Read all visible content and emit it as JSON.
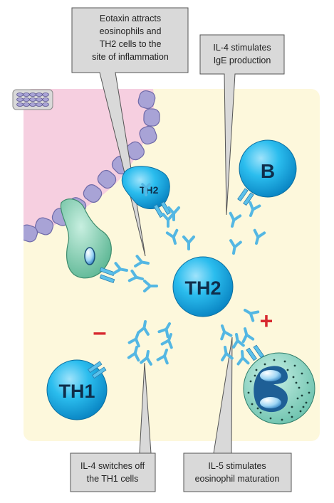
{
  "callouts": {
    "eotaxin": [
      "Eotaxin attracts",
      "eosinophils and",
      "TH2 cells to the",
      "site of inflammation"
    ],
    "il4_ige": [
      "IL-4 stimulates",
      "IgE production"
    ],
    "il4_th1": [
      "IL-4 switches off",
      "the TH1 cells"
    ],
    "il5": [
      "IL-5 stimulates",
      "eosinophil maturation"
    ]
  },
  "cells": {
    "th2_center": "TH2",
    "th2_vessel": "TH2",
    "b_cell": "B",
    "th1": "TH1"
  },
  "signs": {
    "minus": "–",
    "plus": "+"
  },
  "colors": {
    "background": "#fdf8dc",
    "vessel_lumen": "#f6cfe0",
    "endothelium": "#a8a3d6",
    "cell_blue": "#19aee6",
    "receptor": "#5cc1ea",
    "dendritic": "#84ccb0",
    "eosinophil": "#8ed3c1",
    "callout_fill": "#d9d9d9",
    "sign_red": "#d7282f"
  }
}
